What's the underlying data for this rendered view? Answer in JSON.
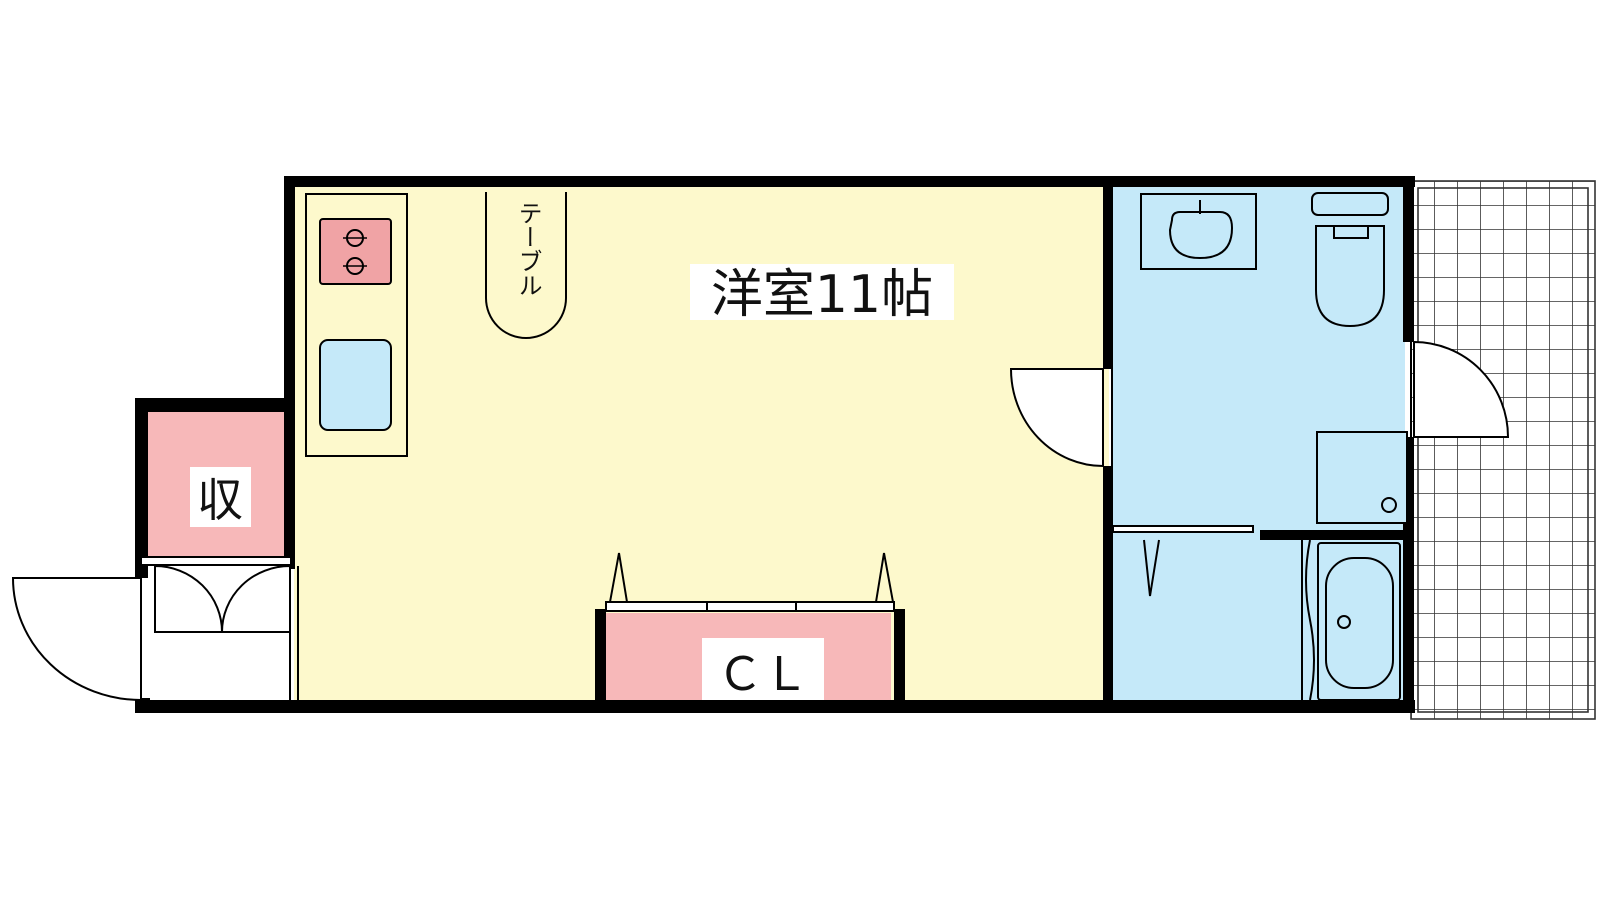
{
  "floorplan": {
    "rooms": {
      "western_room": {
        "label": "洋室11帖"
      },
      "storage": {
        "label": "収"
      },
      "closet": {
        "label": "ＣＬ"
      }
    },
    "fixtures": {
      "table": {
        "label": "テーブル"
      }
    }
  },
  "colors": {
    "wall": "#000000",
    "western_room_floor": "#fdf9cc",
    "storage_floor": "#f7b8b9",
    "wet_area_floor": "#c5e9f9",
    "stove": "#f0a3a5",
    "sink": "#c5e9f9",
    "balcony_grid": "#333333"
  },
  "icons": [
    "stove-icon",
    "kitchen-sink-icon",
    "washbasin-icon",
    "toilet-icon",
    "washing-machine-icon",
    "bathtub-icon",
    "door-swing-icon"
  ]
}
